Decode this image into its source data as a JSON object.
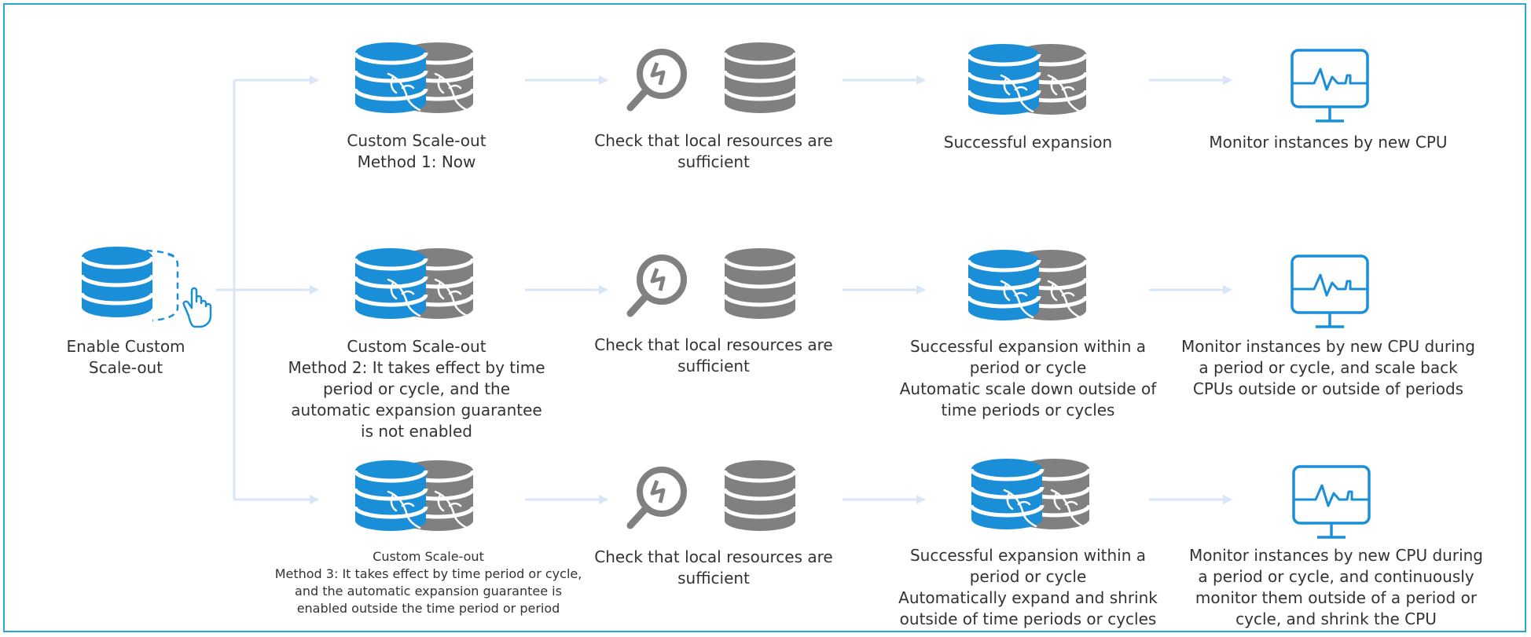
{
  "colors": {
    "blue": "#1a8fd8",
    "gray": "#808080",
    "arrow": "#d8e6f5",
    "border": "#2aa6d8",
    "text": "#333333"
  },
  "start": {
    "label": "Enable Custom\nScale-out",
    "icon": "database-click-icon"
  },
  "rows": [
    {
      "method": "Custom Scale-out\nMethod 1: Now",
      "check": "Check that local resources are\nsufficient",
      "result": "Successful expansion",
      "monitor": "Monitor instances by new CPU"
    },
    {
      "method": "Custom Scale-out\nMethod 2: It takes effect by time\nperiod or cycle, and the\nautomatic expansion guarantee\nis not enabled",
      "check": "Check that local resources are\nsufficient",
      "result": "Successful expansion within a\nperiod or cycle\nAutomatic scale down outside of\ntime periods or cycles",
      "monitor": "Monitor instances by new CPU during\na period or cycle, and scale back\nCPUs outside or outside of periods"
    },
    {
      "method": "Custom Scale-out\nMethod 3: It takes effect by time period or cycle,\nand the automatic expansion guarantee is\nenabled outside the time period or period",
      "check": "Check that local resources are\nsufficient",
      "result": "Successful expansion within a\nperiod or cycle\nAutomatically expand and shrink\noutside of time periods or cycles",
      "monitor": "Monitor instances by new CPU during\na period or cycle, and continuously\nmonitor them outside of a period or\ncycle, and shrink the CPU"
    }
  ]
}
